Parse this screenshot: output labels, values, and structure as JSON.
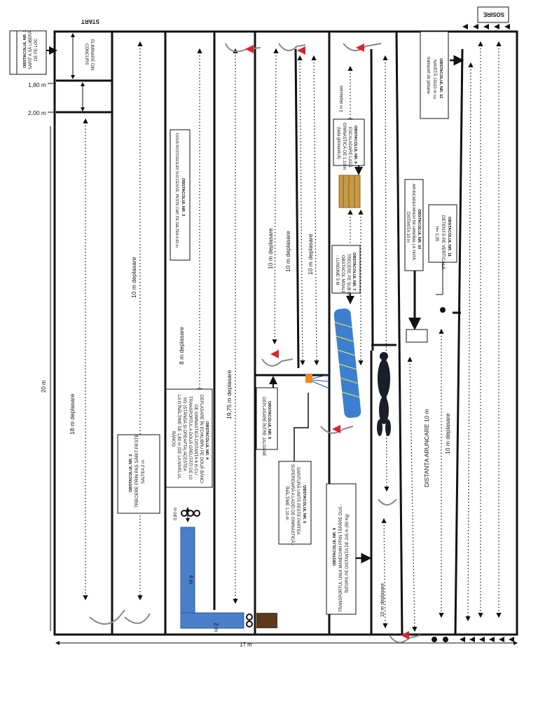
{
  "diagram": {
    "start_label": "START",
    "finish_label": "SOSIRE",
    "overall": {
      "width_label": "17 m",
      "length_label": "20 m"
    },
    "rulers": {
      "mark_1": "1,80 m",
      "mark_2": "2,00 m"
    },
    "distances": {
      "d1": "18 m deplasare",
      "d2": "10 m deplasare",
      "d3": "8 m deplasare",
      "d4": "19,75 m deplasare",
      "d5": "10 m deplasare",
      "d6": "10 m deplasare",
      "d7": "10 m deplasare",
      "d8": "2 m deplasare",
      "d9": "10 m deplasare",
      "d10": "DISTANȚA ARUNCARE 10 m",
      "d11": "10 m deplasare"
    },
    "small_marks": {
      "bench_gap": "0,60 m",
      "bench_len": "4 m",
      "bench_short": "2 m"
    },
    "obstacles": {
      "o1": {
        "title": "OBSTACOLUL NR. 1",
        "line1": "SARIT A SĂ LIBERĂ",
        "line2": "DE PE LOC",
        "line3": ""
      },
      "o1_note": {
        "line1": "ELIMINARE DIN",
        "line2": "CONCURS"
      },
      "o2": {
        "title": "OBSTACOLUL NR. 2",
        "line1": "TRECERE PRIN PAȘ SĂRIT PESTE",
        "line2": "SALTEA 2 m"
      },
      "o3": {
        "title": "OBSTACOLUL NR. 3",
        "line1": "DOUĂ ROSTOGOLIRI SUCCESIVE, PESTE CAP, PE SALTEA 4,60 m"
      },
      "o4": {
        "title": "OBSTACOLUL NR. 4",
        "line1": "DEPLASARE ÎN ECHILIBRU PE DOUĂ BĂNCI",
        "line2": "DE GIMNASTICĂ DISTANȚA 6 m CU",
        "line3": "TRANSPORTUL A DOUĂ GREUTĂȚI DE 10",
        "line4": "KG (STÂNGA ȘI DREAPTA) ACESTEA",
        "line5": "LA O ÎNĂLȚIME DE 1,80 m (DE LA NIVELUL",
        "line6": "BĂNCII)"
      },
      "o5": {
        "title": "OBSTACOLUL NR. 5",
        "line1": "DEPLASARE ÎNTRE JALOANE"
      },
      "o6": {
        "title": "OBSTACOLUL NR. 6",
        "line1": "SARITURĂ UNITĂ PESTE PARTEA",
        "line2": "SUPERIOARĂ A LADEI DE GIMNASTICĂ -",
        "line3": "ÎNĂLȚIME 1,10 m"
      },
      "o7": {
        "title": "OBSTACOLUL NR. 7",
        "line1": "TRECERE PE SUB UN",
        "line2": "OBSTACOL MOALE",
        "line3": "- LUNGIME 5 M"
      },
      "o8": {
        "title": "OBSTACOLUL NR. 8",
        "line1": "ESCALADARE LADĂ",
        "line2": "GIMNASTICĂ DE 1,10 m",
        "line3": "(lada gimnastică)"
      },
      "o9": {
        "title": "OBSTACOLUL NR. 9",
        "line1": "TRANSPORTUL UNUI MANECHIN PRIN TÂRÂRE DUS -",
        "line2": "ÎNTORS PE DISTANȚA DE 2x5 m (50 Kg)"
      },
      "o10": {
        "title": "OBSTACOLUL NR. 10",
        "line1": "ARUNCAREA MINGII DE HANDBAL LA ȚINTĂ,",
        "line2": "DISTANȚA 10 m"
      },
      "o11": {
        "title": "OBSTACOLUL NR. 11",
        "line1": "DETENTĂ PE VERTICALĂ",
        "line2": "H= 2,35"
      },
      "o12": {
        "title": "OBSTACOLUL NR. 12",
        "line1": "NAVETĂ 10x10 m cu",
        "line2": "transport de jaloane"
      }
    },
    "colors": {
      "lane_line": "#111111",
      "bench": "#4a7fc9",
      "cone": "#d9232e",
      "ladder": "#3c7fd1"
    }
  }
}
